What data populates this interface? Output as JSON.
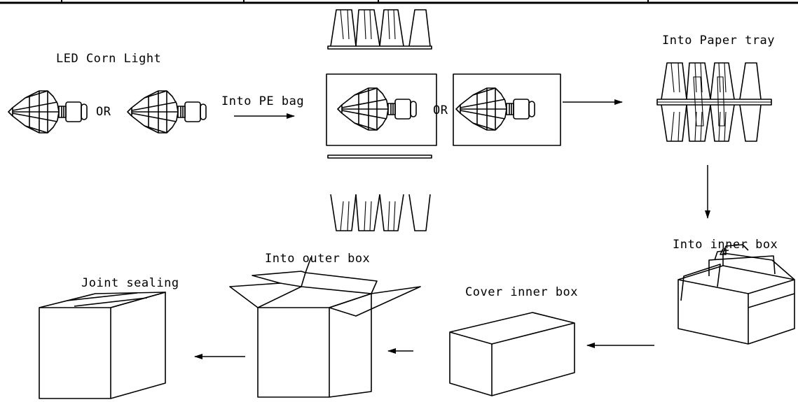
{
  "steps": {
    "led_corn_light": "LED Corn Light",
    "into_pe_bag": "Into PE bag",
    "into_paper_tray": "Into Paper tray",
    "into_inner_box": "Into inner box",
    "cover_inner_box": "Cover inner box",
    "into_outer_box": "Into outer box",
    "joint_sealing": "Joint sealing"
  },
  "or_labels": [
    "OR",
    "OR"
  ]
}
